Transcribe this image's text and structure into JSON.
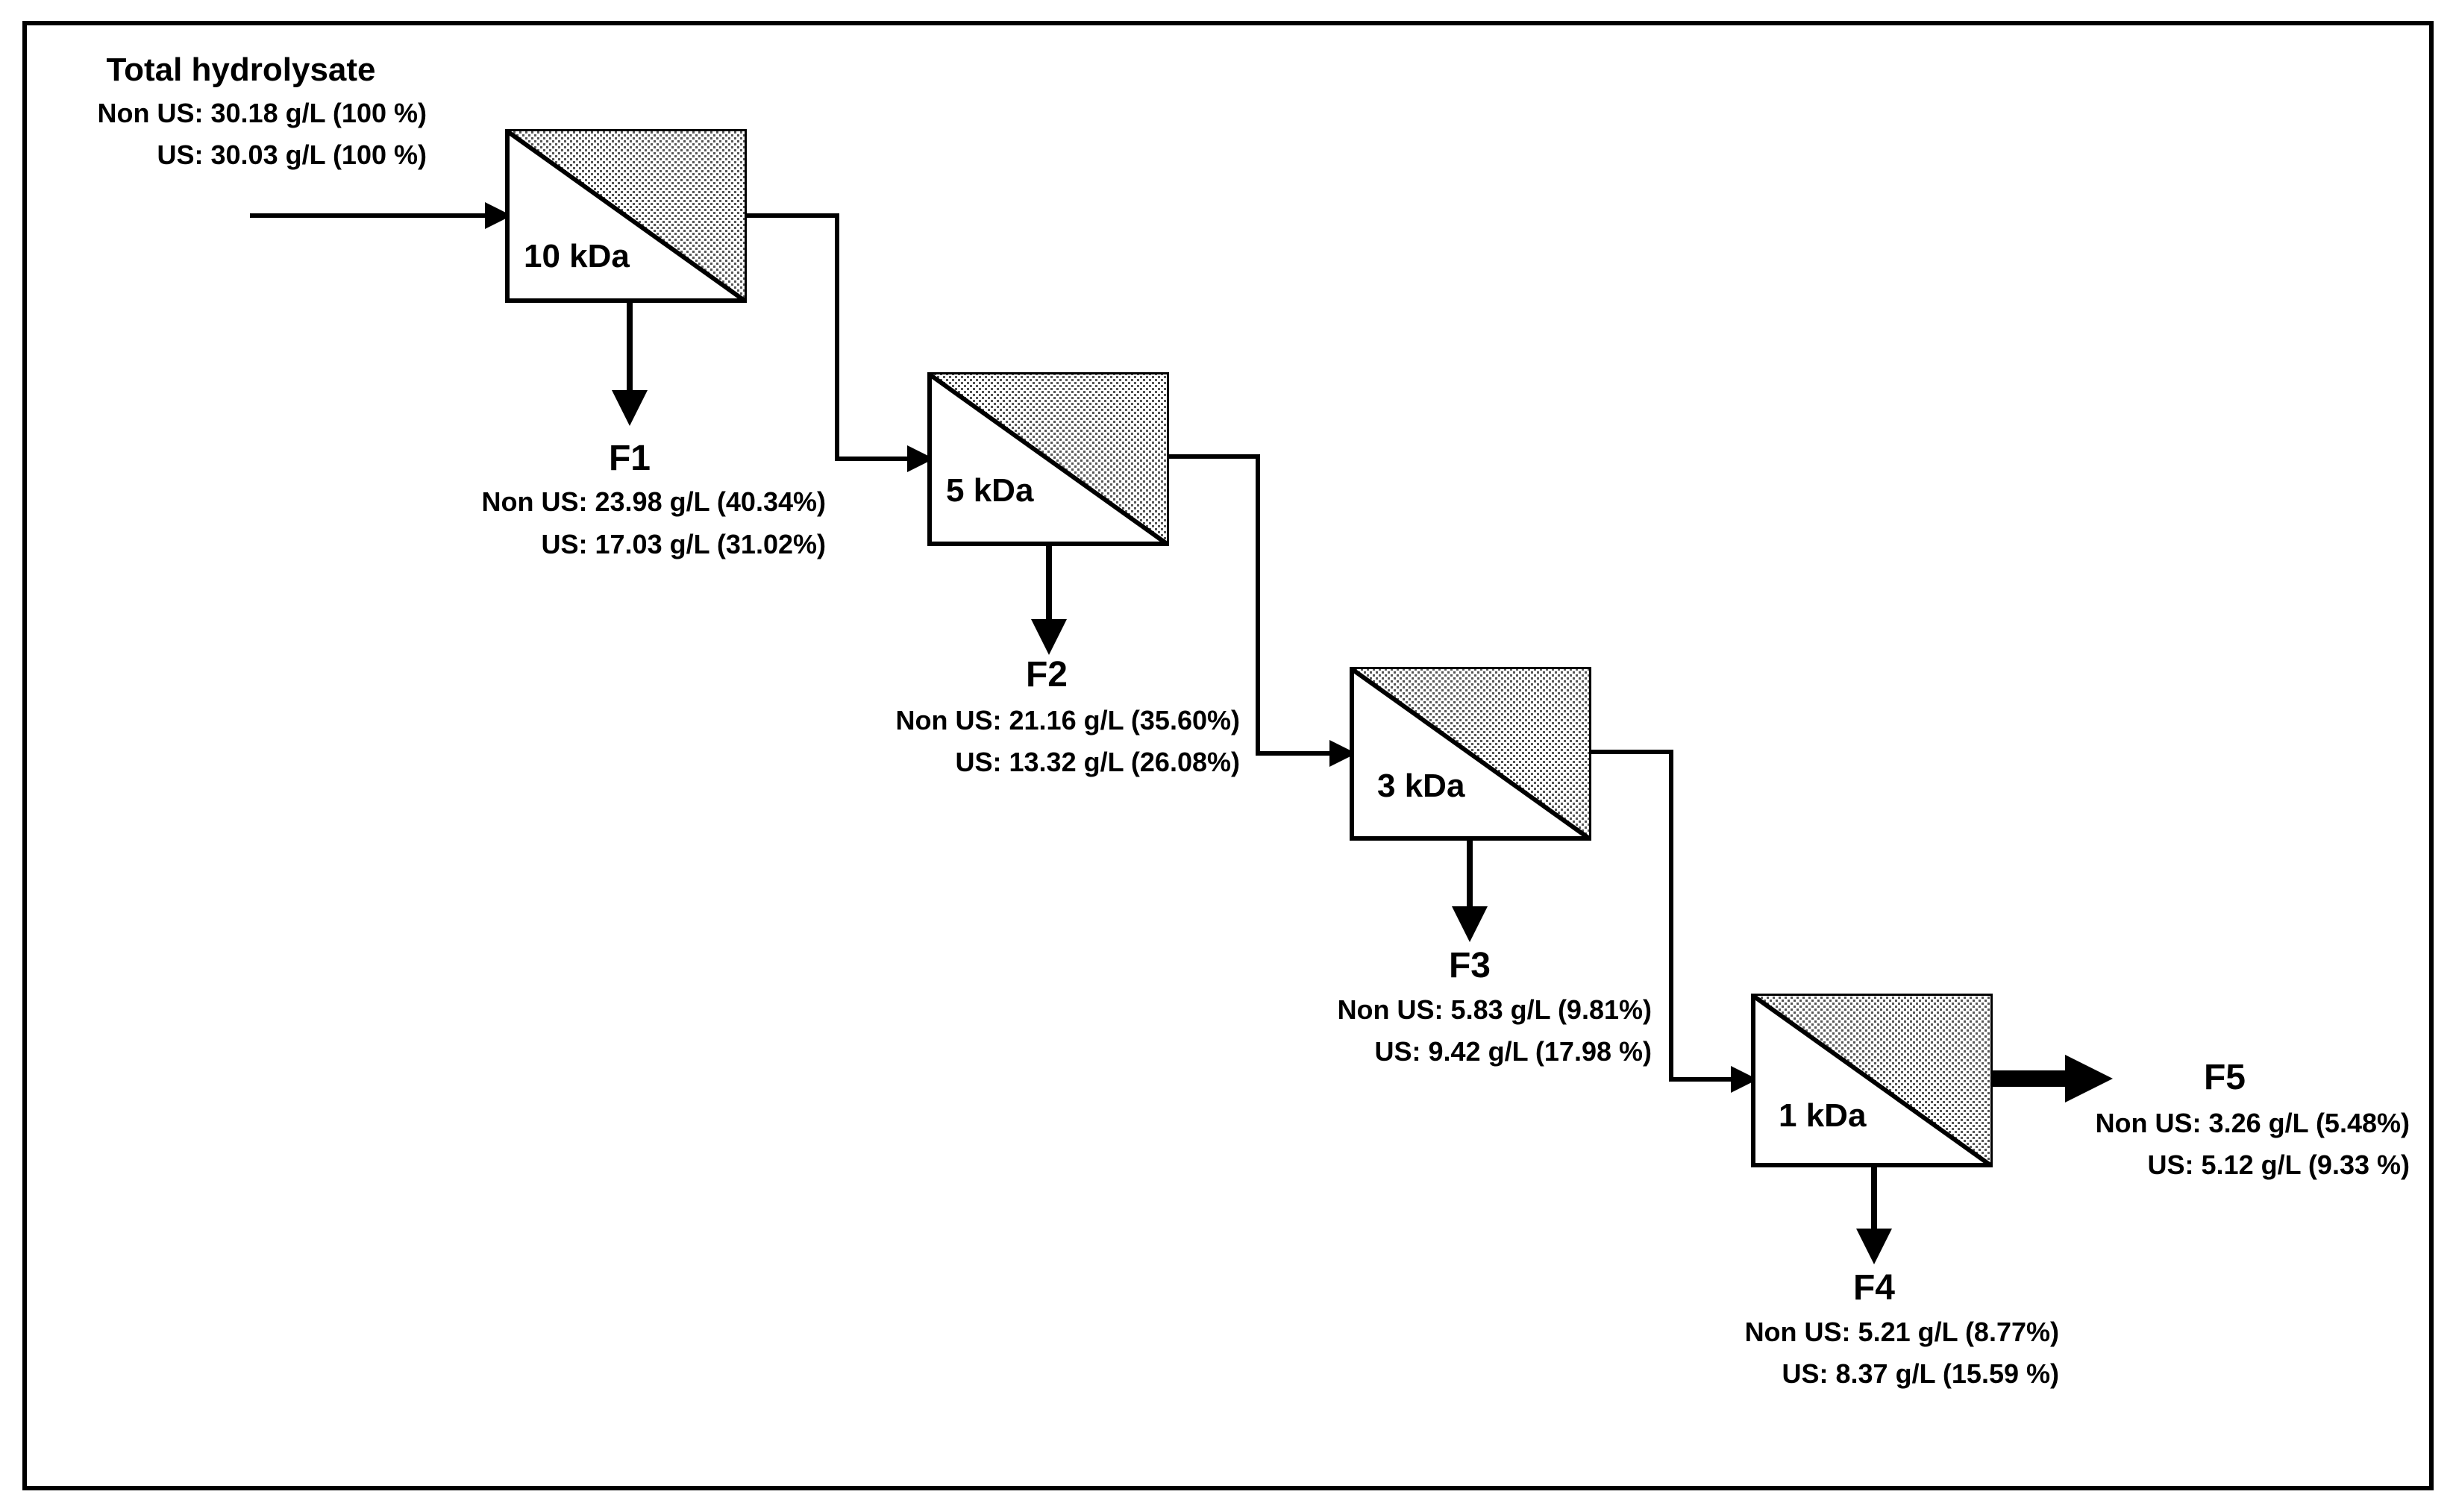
{
  "feed": {
    "title": "Total hydrolysate",
    "non_us": "Non US: 30.18 g/L (100 %)",
    "us": "US: 30.03 g/L (100 %)"
  },
  "membranes": [
    {
      "label": "10 kDa"
    },
    {
      "label": "5 kDa"
    },
    {
      "label": "3 kDa"
    },
    {
      "label": "1 kDa"
    }
  ],
  "fractions": [
    {
      "name": "F1",
      "non_us": "Non US: 23.98 g/L (40.34%)",
      "us": "US: 17.03 g/L (31.02%)"
    },
    {
      "name": "F2",
      "non_us": "Non US: 21.16 g/L (35.60%)",
      "us": "US: 13.32 g/L (26.08%)"
    },
    {
      "name": "F3",
      "non_us": "Non US:  5.83 g/L (9.81%)",
      "us": "US: 9.42 g/L (17.98 %)"
    },
    {
      "name": "F4",
      "non_us": "Non US:  5.21 g/L (8.77%)",
      "us": "US: 8.37 g/L (15.59 %)"
    },
    {
      "name": "F5",
      "non_us": "Non US:   3.26 g/L (5.48%)",
      "us": "US:   5.12 g/L (9.33 %)"
    }
  ]
}
